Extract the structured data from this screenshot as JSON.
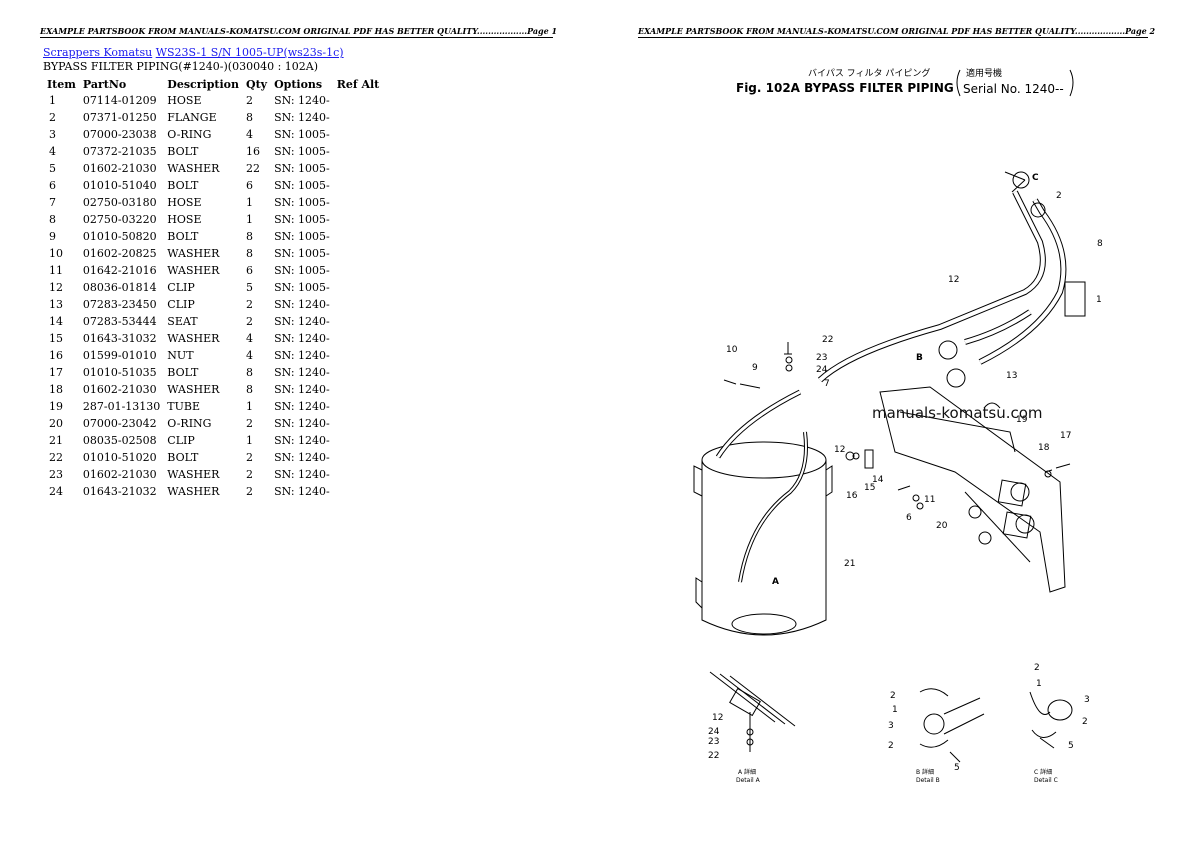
{
  "header": {
    "left": "EXAMPLE PARTSBOOK FROM MANUALS-KOMATSU.COM ORIGINAL PDF HAS BETTER QUALITY..................Page 1",
    "right": "EXAMPLE PARTSBOOK FROM MANUALS-KOMATSU.COM ORIGINAL PDF HAS BETTER QUALITY..................Page 2"
  },
  "breadcrumb": {
    "link1": "Scrappers Komatsu",
    "link2": "WS23S-1 S/N 1005-UP(ws23s-1c)"
  },
  "section_title": "BYPASS FILTER PIPING(#1240-)(030040 : 102A)",
  "table": {
    "headers": [
      "Item",
      "PartNo",
      "Description",
      "Qty",
      "Options",
      "Ref Alt"
    ],
    "rows": [
      [
        "1",
        "07114-01209",
        "HOSE",
        "2",
        "SN: 1240-",
        ""
      ],
      [
        "2",
        "07371-01250",
        "FLANGE",
        "8",
        "SN: 1240-",
        ""
      ],
      [
        "3",
        "07000-23038",
        "O-RING",
        "4",
        "SN: 1005-",
        ""
      ],
      [
        "4",
        "07372-21035",
        "BOLT",
        "16",
        "SN: 1005-",
        ""
      ],
      [
        "5",
        "01602-21030",
        "WASHER",
        "22",
        "SN: 1005-",
        ""
      ],
      [
        "6",
        "01010-51040",
        "BOLT",
        "6",
        "SN: 1005-",
        ""
      ],
      [
        "7",
        "02750-03180",
        "HOSE",
        "1",
        "SN: 1005-",
        ""
      ],
      [
        "8",
        "02750-03220",
        "HOSE",
        "1",
        "SN: 1005-",
        ""
      ],
      [
        "9",
        "01010-50820",
        "BOLT",
        "8",
        "SN: 1005-",
        ""
      ],
      [
        "10",
        "01602-20825",
        "WASHER",
        "8",
        "SN: 1005-",
        ""
      ],
      [
        "11",
        "01642-21016",
        "WASHER",
        "6",
        "SN: 1005-",
        ""
      ],
      [
        "12",
        "08036-01814",
        "CLIP",
        "5",
        "SN: 1005-",
        ""
      ],
      [
        "13",
        "07283-23450",
        "CLIP",
        "2",
        "SN: 1240-",
        ""
      ],
      [
        "14",
        "07283-53444",
        "SEAT",
        "2",
        "SN: 1240-",
        ""
      ],
      [
        "15",
        "01643-31032",
        "WASHER",
        "4",
        "SN: 1240-",
        ""
      ],
      [
        "16",
        "01599-01010",
        "NUT",
        "4",
        "SN: 1240-",
        ""
      ],
      [
        "17",
        "01010-51035",
        "BOLT",
        "8",
        "SN: 1240-",
        ""
      ],
      [
        "18",
        "01602-21030",
        "WASHER",
        "8",
        "SN: 1240-",
        ""
      ],
      [
        "19",
        "287-01-13130",
        "TUBE",
        "1",
        "SN: 1240-",
        ""
      ],
      [
        "20",
        "07000-23042",
        "O-RING",
        "2",
        "SN: 1240-",
        ""
      ],
      [
        "21",
        "08035-02508",
        "CLIP",
        "1",
        "SN: 1240-",
        ""
      ],
      [
        "22",
        "01010-51020",
        "BOLT",
        "2",
        "SN: 1240-",
        ""
      ],
      [
        "23",
        "01602-21030",
        "WASHER",
        "2",
        "SN: 1240-",
        ""
      ],
      [
        "24",
        "01643-21032",
        "WASHER",
        "2",
        "SN: 1240-",
        ""
      ]
    ]
  },
  "figure": {
    "title_jp": "バイパス フィルタ パイピング",
    "title": "Fig. 102A  BYPASS FILTER PIPING",
    "serial_jp": "適用号機",
    "serial": "Serial No. 1240--",
    "watermark": "manuals-komatsu.com",
    "detail_a_jp": "A 詳細",
    "detail_a": "Detail A",
    "detail_b_jp": "B 詳細",
    "detail_b": "Detail B",
    "detail_c_jp": "C 詳細",
    "detail_c": "Detail C",
    "callouts": {
      "c1": "1",
      "c2": "2",
      "c3": "3",
      "c5": "5",
      "c6": "6",
      "c7": "7",
      "c8": "8",
      "c9": "9",
      "c10": "10",
      "c11": "11",
      "c12": "12",
      "c13": "13",
      "c14": "14",
      "c15": "15",
      "c16": "16",
      "c17": "17",
      "c18": "18",
      "c19": "19",
      "c20": "20",
      "c21": "21",
      "c22": "22",
      "c23": "23",
      "c24": "24",
      "arrowA": "A",
      "arrowB": "B",
      "arrowC": "C"
    }
  }
}
